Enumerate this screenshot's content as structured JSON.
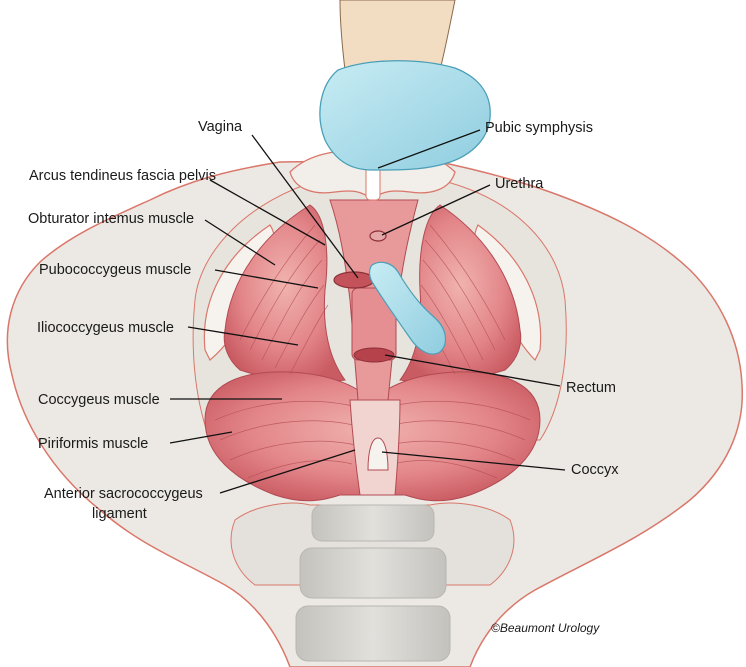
{
  "labels": {
    "vagina": "Vagina",
    "pubic_symphysis": "Pubic symphysis",
    "arcus_tendineus": "Arcus tendineus fascia pelvis",
    "urethra": "Urethra",
    "obturator_internus": "Obturator intemus muscle",
    "pubococcygeus": "Pubococcygeus muscle",
    "iliococcygeus": "Iliococcygeus muscle",
    "rectum": "Rectum",
    "coccygeus": "Coccygeus muscle",
    "piriformis": "Piriformis muscle",
    "coccyx": "Coccyx",
    "anterior_sacrococcygeus_line1": "Anterior sacrococcygeus",
    "anterior_sacrococcygeus_line2": "ligament"
  },
  "credit": "©Beaumont Urology",
  "colors": {
    "bone_fill": "#ece9e4",
    "bone_outline": "#d9776a",
    "muscle_fill": "#e3868a",
    "muscle_dark": "#c9595f",
    "muscle_fiber": "#b24a52",
    "glove": "#a7dbe8",
    "glove_outline": "#4a9fb8",
    "skin": "#f2dcc2",
    "spine": "#d3d1cc"
  }
}
